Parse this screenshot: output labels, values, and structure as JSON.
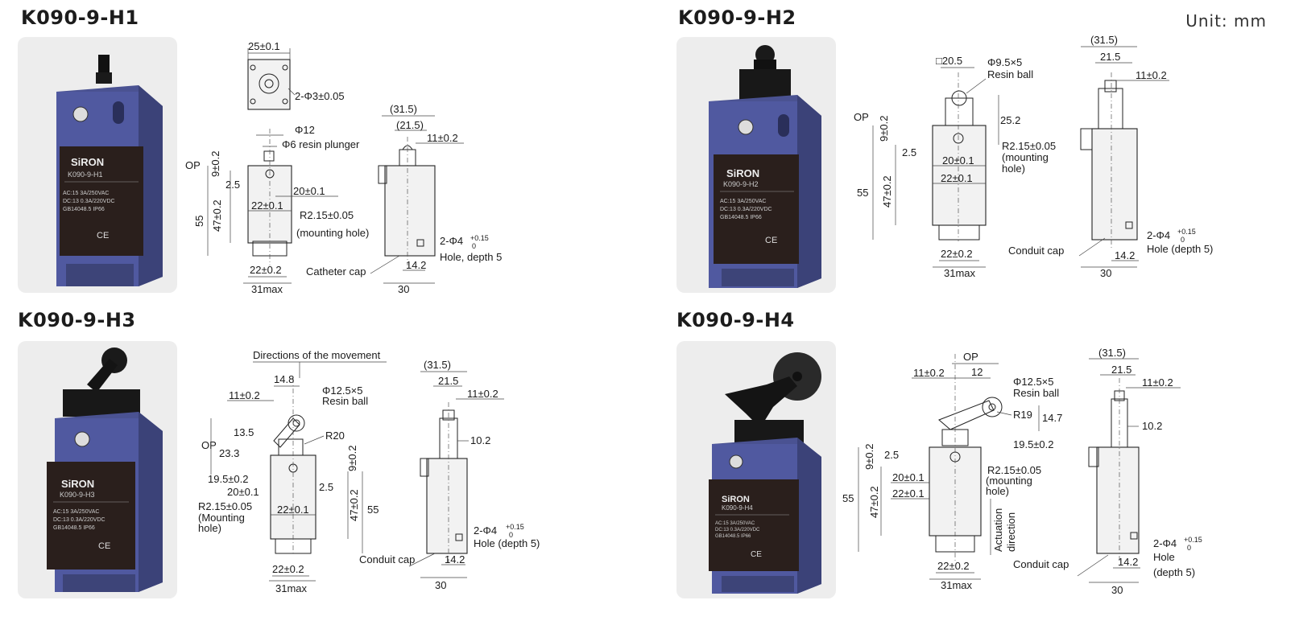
{
  "unit_label": "Unit: mm",
  "panels": [
    {
      "title": "K090-9-H1",
      "switch": {
        "brand": "SiRON",
        "model": "K090-9-H1",
        "specs": [
          "AC:15 3A/250VAC",
          "DC:13 0.3A/220VDC",
          "GB14048.5 IP66"
        ],
        "mark": "CE"
      },
      "labels": {
        "top_width": "25±0.1",
        "holes": "2-Φ3±0.05",
        "phi12": "Φ12",
        "plunger": "Φ6 resin plunger",
        "op": "OP",
        "d9": "9±0.2",
        "d2_5": "2.5",
        "d20": "20±0.1",
        "d22a": "22±0.1",
        "r215": "R2.15±0.05",
        "mounting": "(mounting hole)",
        "h47": "47±0.2",
        "h55": "55",
        "b22": "22±0.2",
        "w31": "31max",
        "s315": "(31.5)",
        "s215": "(21.5)",
        "s11": "11±0.2",
        "hole4": "2-Φ4",
        "tol_up": "+0.15",
        "tol_lo": "0",
        "hole_depth": "Hole, depth 5",
        "cap": "Catheter cap",
        "s142": "14.2",
        "s30": "30"
      }
    },
    {
      "title": "K090-9-H2",
      "switch": {
        "brand": "SiRON",
        "model": "K090-9-H2",
        "specs": [
          "AC:15 3A/250VAC",
          "DC:13 0.3A/220VDC",
          "GB14048.5 IP66"
        ],
        "mark": "CE"
      },
      "labels": {
        "sq205": "□20.5",
        "ball": "Φ9.5×5",
        "ball2": "Resin ball",
        "op": "OP",
        "d9": "9±0.2",
        "h252": "25.2",
        "d2_5": "2.5",
        "r215": "R2.15±0.05",
        "mount1": "(mounting",
        "mount2": "hole)",
        "d20": "20±0.1",
        "d22a": "22±0.1",
        "h55": "55",
        "h47": "47±0.2",
        "b22": "22±0.2",
        "w31": "31max",
        "s315": "(31.5)",
        "s215": "21.5",
        "s11": "11±0.2",
        "hole4": "2-Φ4",
        "tol_up": "+0.15",
        "tol_lo": "0",
        "hole_depth": "Hole (depth 5)",
        "cap": "Conduit cap",
        "s142": "14.2",
        "s30": "30"
      }
    },
    {
      "title": "K090-9-H3",
      "switch": {
        "brand": "SiRON",
        "model": "K090-9-H3",
        "specs": [
          "AC:15 3A/250VAC",
          "DC:13 0.3A/220VDC",
          "GB14048.5 IP66"
        ],
        "mark": "CE"
      },
      "labels": {
        "direction": "Directions of the movement",
        "d148": "14.8",
        "ball": "Φ12.5×5",
        "ball2": "Resin ball",
        "s11a": "11±0.2",
        "d135": "13.5",
        "r20": "R20",
        "op": "OP",
        "d233": "23.3",
        "d195": "19.5±0.2",
        "d20": "20±0.1",
        "d9": "9±0.2",
        "d2_5": "2.5",
        "r215": "R2.15±0.05",
        "mount1": "(Mounting",
        "mount2": "hole)",
        "d22a": "22±0.1",
        "h47": "47±0.2",
        "h55": "55",
        "b22": "22±0.2",
        "w31": "31max",
        "s315": "(31.5)",
        "s215": "21.5",
        "s11": "11±0.2",
        "s102": "10.2",
        "hole4": "2-Φ4",
        "tol_up": "+0.15",
        "tol_lo": "0",
        "hole_depth": "Hole (depth 5)",
        "cap": "Conduit cap",
        "s142": "14.2",
        "s30": "30"
      }
    },
    {
      "title": "K090-9-H4",
      "switch": {
        "brand": "SiRON",
        "model": "K090-9-H4",
        "specs": [
          "AC:15 3A/250VAC",
          "DC:13 0.3A/220VDC",
          "GB14048.5 IP66"
        ],
        "mark": "CE"
      },
      "labels": {
        "op": "OP",
        "s11a": "11±0.2",
        "d12": "12",
        "ball": "Φ12.5×5",
        "ball2": "Resin ball",
        "r19": "R19",
        "d147": "14.7",
        "d195": "19.5±0.2",
        "d9": "9±0.2",
        "d2_5": "2.5",
        "r215": "R2.15±0.05",
        "mount1": "(mounting",
        "mount2": "hole)",
        "d20": "20±0.1",
        "d22a": "22±0.1",
        "h55": "55",
        "h47": "47±0.2",
        "act1": "Actuation",
        "act2": "direction",
        "b22": "22±0.2",
        "w31": "31max",
        "s315": "(31.5)",
        "s215": "21.5",
        "s11": "11±0.2",
        "s102": "10.2",
        "hole4": "2-Φ4",
        "tol_up": "+0.15",
        "tol_lo": "0",
        "hole1": "Hole",
        "hole2": "(depth 5)",
        "cap": "Conduit cap",
        "s142": "14.2",
        "s30": "30"
      }
    }
  ]
}
